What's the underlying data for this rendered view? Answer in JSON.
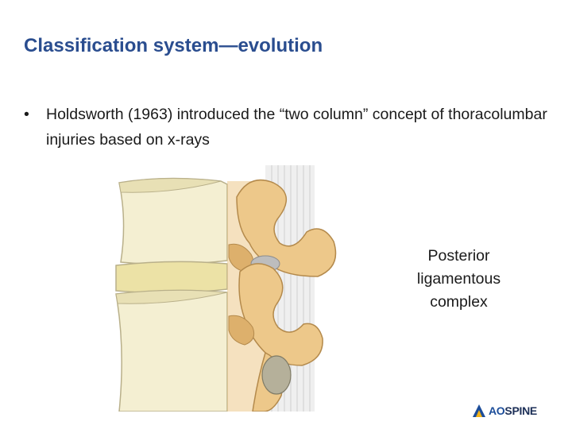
{
  "slide": {
    "title": "Classification system—evolution",
    "bullet": {
      "marker": "•",
      "text": "Holdsworth (1963) introduced the “two column” concept of thoracolumbar injuries based on x-rays"
    },
    "figure_label": [
      "Posterior",
      "ligamentous",
      "complex"
    ],
    "logo": {
      "prefix": "AO",
      "suffix": "SPINE"
    }
  },
  "colors": {
    "title": "#2a4d8f",
    "text": "#1a1a1a",
    "vertebral_body": "#f4efd2",
    "disc": "#ece2a6",
    "posterior_bone": "#edc88a",
    "ligament": "#c9c9c9",
    "logo": "#1c4d9a"
  }
}
